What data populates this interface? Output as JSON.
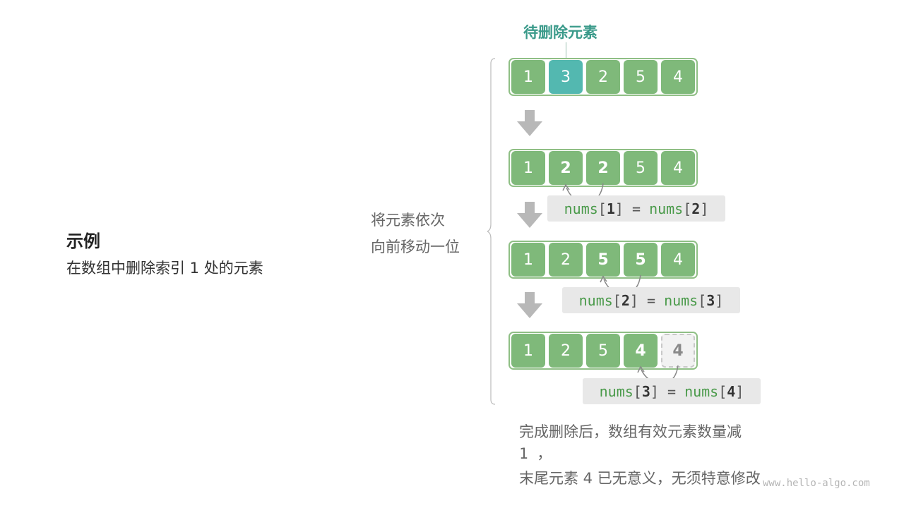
{
  "example": {
    "title": "示例",
    "subtitle": "在数组中删除索引 1 处的元素"
  },
  "side_label": {
    "line1": "将元素依次",
    "line2": "向前移动一位"
  },
  "delete_label": "待删除元素",
  "arrays": [
    {
      "cells": [
        "1",
        "3",
        "2",
        "5",
        "4"
      ]
    },
    {
      "cells": [
        "1",
        "2",
        "2",
        "5",
        "4"
      ]
    },
    {
      "cells": [
        "1",
        "2",
        "5",
        "5",
        "4"
      ]
    },
    {
      "cells": [
        "1",
        "2",
        "5",
        "4",
        "4"
      ]
    }
  ],
  "assignments": [
    {
      "lhs_name": "nums",
      "lhs_index": "1",
      "op": "=",
      "rhs_name": "nums",
      "rhs_index": "2"
    },
    {
      "lhs_name": "nums",
      "lhs_index": "2",
      "op": "=",
      "rhs_name": "nums",
      "rhs_index": "3"
    },
    {
      "lhs_name": "nums",
      "lhs_index": "3",
      "op": "=",
      "rhs_name": "nums",
      "rhs_index": "4"
    }
  ],
  "notes": {
    "line1": "完成删除后，数组有效元素数量减",
    "line2": "1 ，",
    "line3": "末尾元素 4 已无意义，无须特意修改"
  },
  "watermark": "www.hello-algo.com",
  "colors": {
    "cell": "#7fb97a",
    "highlight": "#53b8b0",
    "ghost": "#f2f2f2",
    "code_green": "#4a9a4a"
  }
}
